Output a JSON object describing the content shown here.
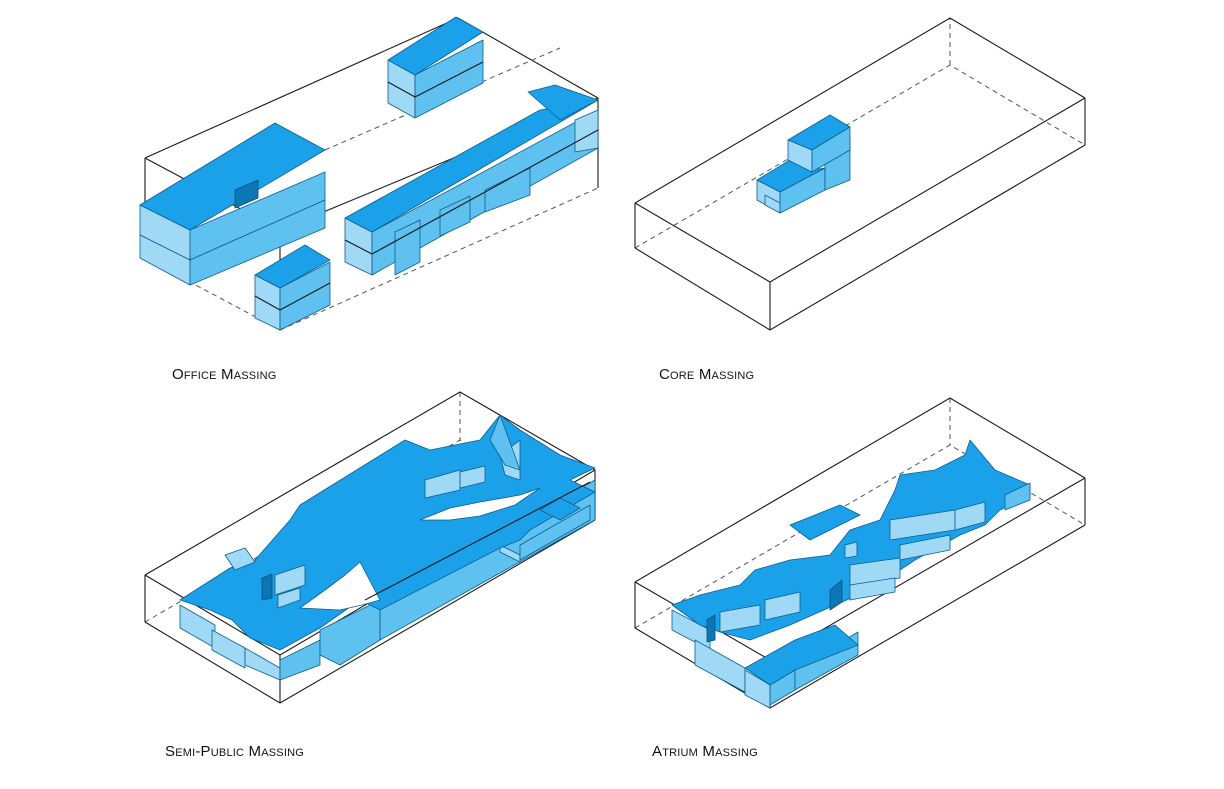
{
  "diagrams": [
    {
      "label": "Office Massing"
    },
    {
      "label": "Core Massing"
    },
    {
      "label": "Semi-Public Massing"
    },
    {
      "label": "Atrium Massing"
    }
  ],
  "colors": {
    "mass_top": "#1ba1ea",
    "mass_side_light": "#9fd9f6",
    "mass_side_mid": "#5ec1f0",
    "mass_shadow": "#0b77b5",
    "outline": "#1a1a1a"
  }
}
